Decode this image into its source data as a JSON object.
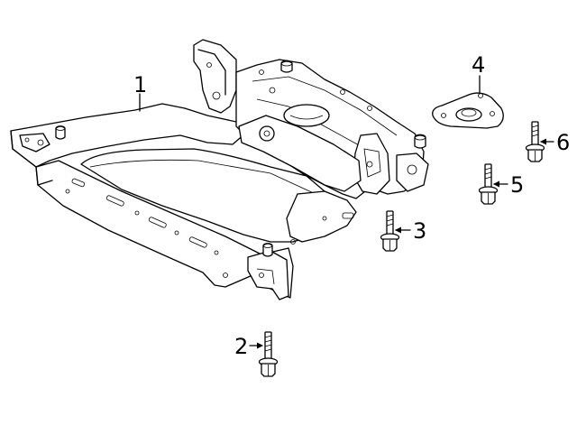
{
  "callouts": {
    "subframe": "1",
    "front_bolt": "2",
    "bolt_3": "3",
    "mount_plate": "4",
    "bolt_5": "5",
    "bolt_6": "6"
  }
}
